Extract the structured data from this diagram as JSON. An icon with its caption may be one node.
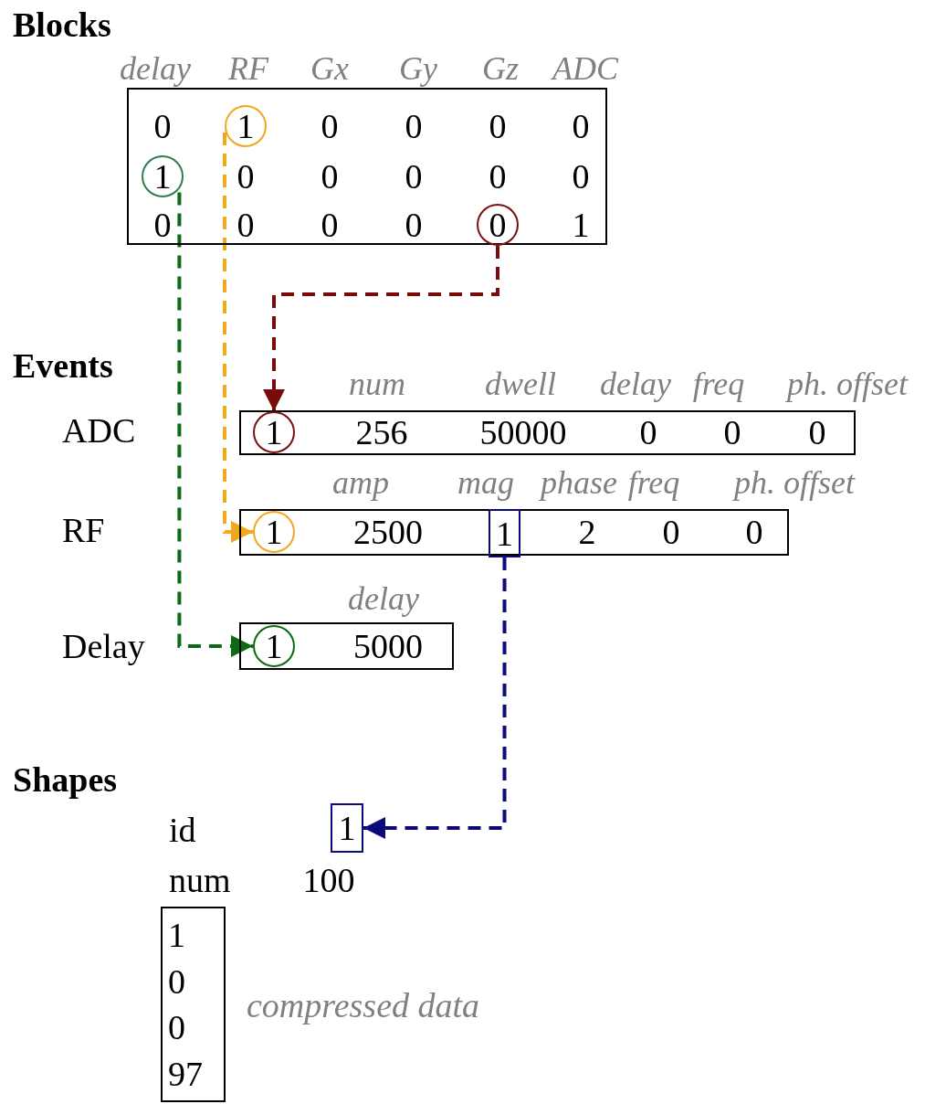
{
  "diagram": {
    "nodes": [
      {
        "text": [],
        "shape": "box"
      },
      {
        "text": [
          "1"
        ],
        "in": 0
      },
      {
        "text": [
          "1"
        ],
        "in": 0
      },
      {
        "text": [
          "0"
        ],
        "in": 0
      },
      {
        "text": [],
        "shape": "box"
      },
      {
        "text": [
          "1"
        ],
        "in": 4
      },
      {
        "text": [],
        "shape": "box"
      },
      {
        "text": [
          "1"
        ],
        "in": 6
      },
      {
        "text": [
          "1"
        ],
        "in": 6
      },
      {
        "text": [],
        "shape": "box"
      },
      {
        "text": [
          "1"
        ],
        "in": 9
      },
      {
        "text": [
          "1"
        ]
      },
      {
        "text": [
          "1",
          "0",
          "0",
          "97"
        ],
        "beside": [
          "compressed data"
        ]
      }
    ],
    "edges": [
      {
        "from": 3,
        "to": 5,
        "arrow": "to",
        "style": "dashed",
        "color": "#7b0a0a"
      },
      {
        "from": 1,
        "to": 7,
        "arrow": "to",
        "style": "dashed",
        "color": "#f2a81d"
      },
      {
        "from": 2,
        "to": 10,
        "arrow": "to",
        "style": "dashed",
        "color": "#0b6b12"
      },
      {
        "from": 8,
        "to": 11,
        "arrow": "to",
        "style": "dashed",
        "color": "#0a0a7a"
      }
    ],
    "labels": [
      "Blocks",
      "delay",
      "RF",
      "Gx",
      "Gy",
      "Gz",
      "ADC",
      "0",
      "0",
      "0",
      "0",
      "0",
      "0",
      "0",
      "0",
      "0",
      "0",
      "0",
      "0",
      "0",
      "0",
      "1",
      "Events",
      "num",
      "dwell",
      "delay",
      "freq",
      "ph. offset",
      "ADC",
      "256",
      "50000",
      "0",
      "0",
      "0",
      "amp",
      "mag",
      "phase",
      "freq",
      "ph. offset",
      "RF",
      "2500",
      "2",
      "0",
      "0",
      "delay",
      "Delay",
      "5000",
      "Shapes",
      "id",
      "num",
      "100"
    ]
  }
}
